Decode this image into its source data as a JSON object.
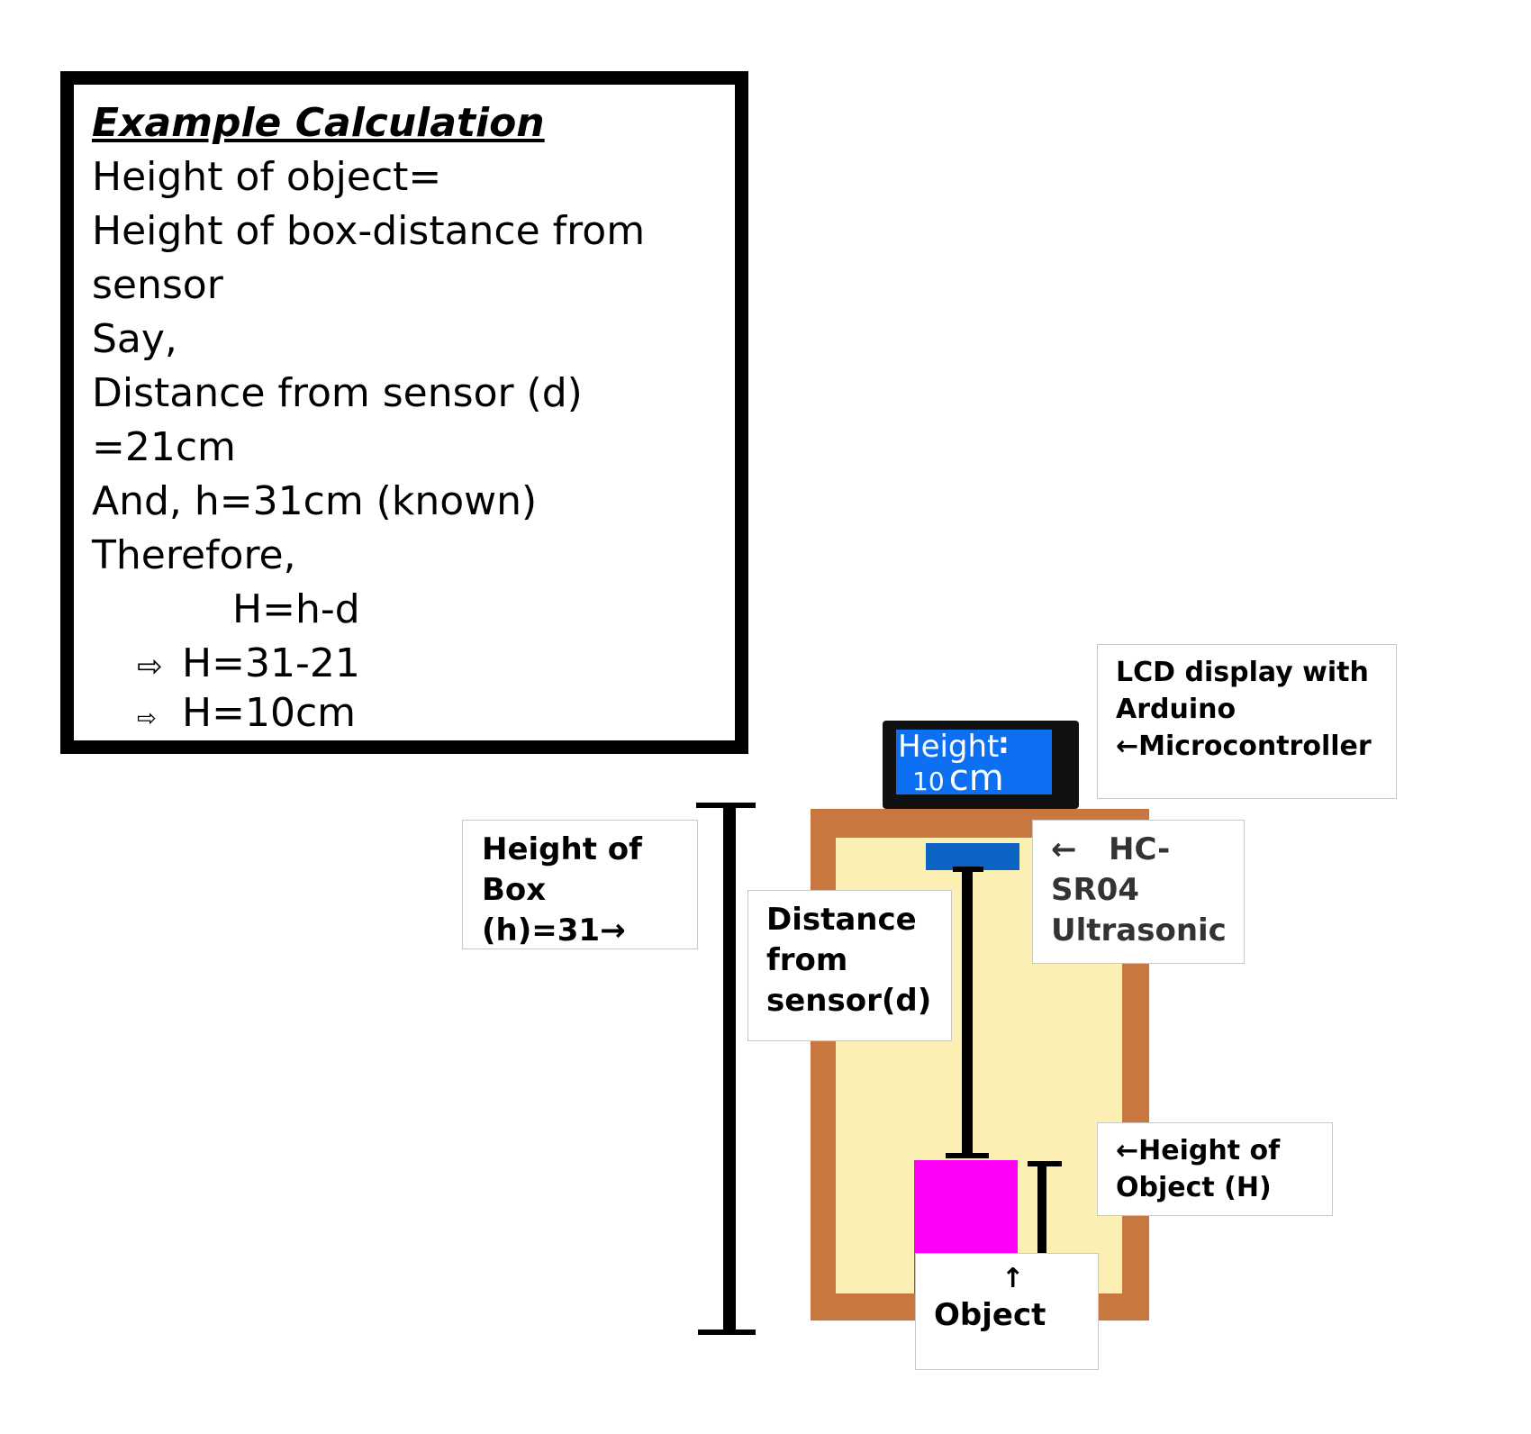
{
  "calculation": {
    "title": "Example Calculation",
    "lines": [
      "Height of object=",
      "Height of box-distance from",
      "sensor",
      "Say,",
      "Distance from sensor (d)",
      "=21cm",
      "And, h=31cm (known)",
      "Therefore,",
      "H=h-d"
    ],
    "step1": {
      "arrow": "⇨",
      "text": "H=31-21"
    },
    "step2": {
      "arrow": "⇨",
      "text": "H=10cm"
    }
  },
  "lcd": {
    "line1": "Height",
    "colon": ":",
    "value": "10",
    "unit": "cm"
  },
  "labels": {
    "lcd_display": [
      "LCD display with",
      "Arduino",
      "←Microcontroller"
    ],
    "sensor": [
      "←   HC-",
      "SR04",
      "Ultrasonic"
    ],
    "box_height": [
      "Height of",
      "Box",
      "(h)=31→"
    ],
    "distance": [
      "Distance",
      "from",
      "sensor(d)"
    ],
    "object_height": [
      "←Height of",
      "Object (H)"
    ],
    "object": {
      "arrow": "↑",
      "text": "Object"
    }
  },
  "colors": {
    "box_frame": "#c8773e",
    "box_interior": "#fcefb4",
    "lcd_screen": "#0d6ff2",
    "sensor": "#0b63c4",
    "object": "#ff00f7"
  }
}
